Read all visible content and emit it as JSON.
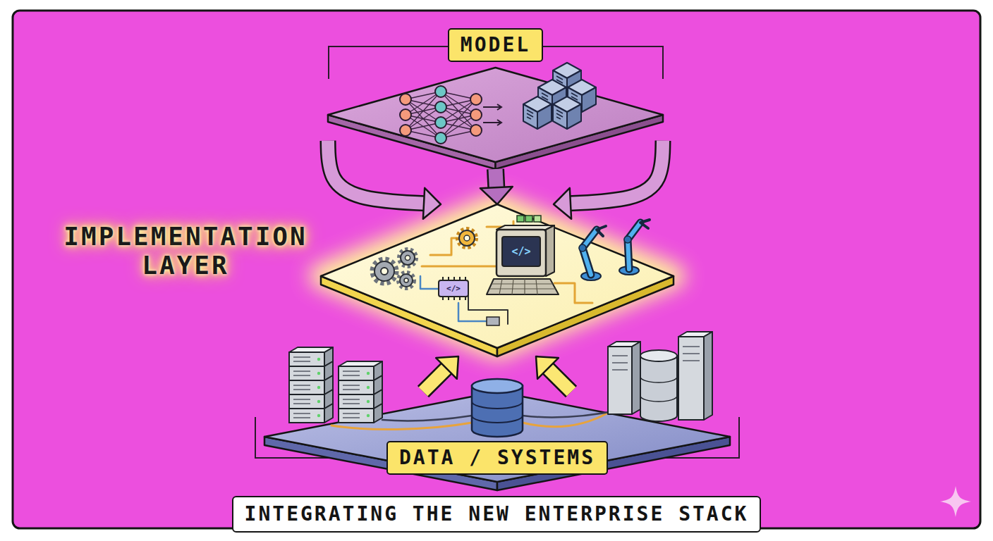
{
  "diagram": {
    "caption": "INTEGRATING THE NEW ENTERPRISE STACK",
    "nodes": [
      {
        "text": [
          "MODEL"
        ]
      },
      {
        "text": [
          "IMPLEMENTATION LAYER"
        ]
      },
      {
        "text": [
          "DATA / SYSTEMS"
        ]
      }
    ],
    "edges": [
      {
        "from": 0,
        "to": 1,
        "arrow": "to"
      },
      {
        "from": 0,
        "to": 1,
        "arrow": "to"
      },
      {
        "from": 0,
        "to": 1,
        "arrow": "to"
      },
      {
        "from": 2,
        "to": 1,
        "arrow": "to"
      },
      {
        "from": 2,
        "to": 1,
        "arrow": "to"
      }
    ],
    "labels": [
      "</>",
      "</>"
    ]
  }
}
